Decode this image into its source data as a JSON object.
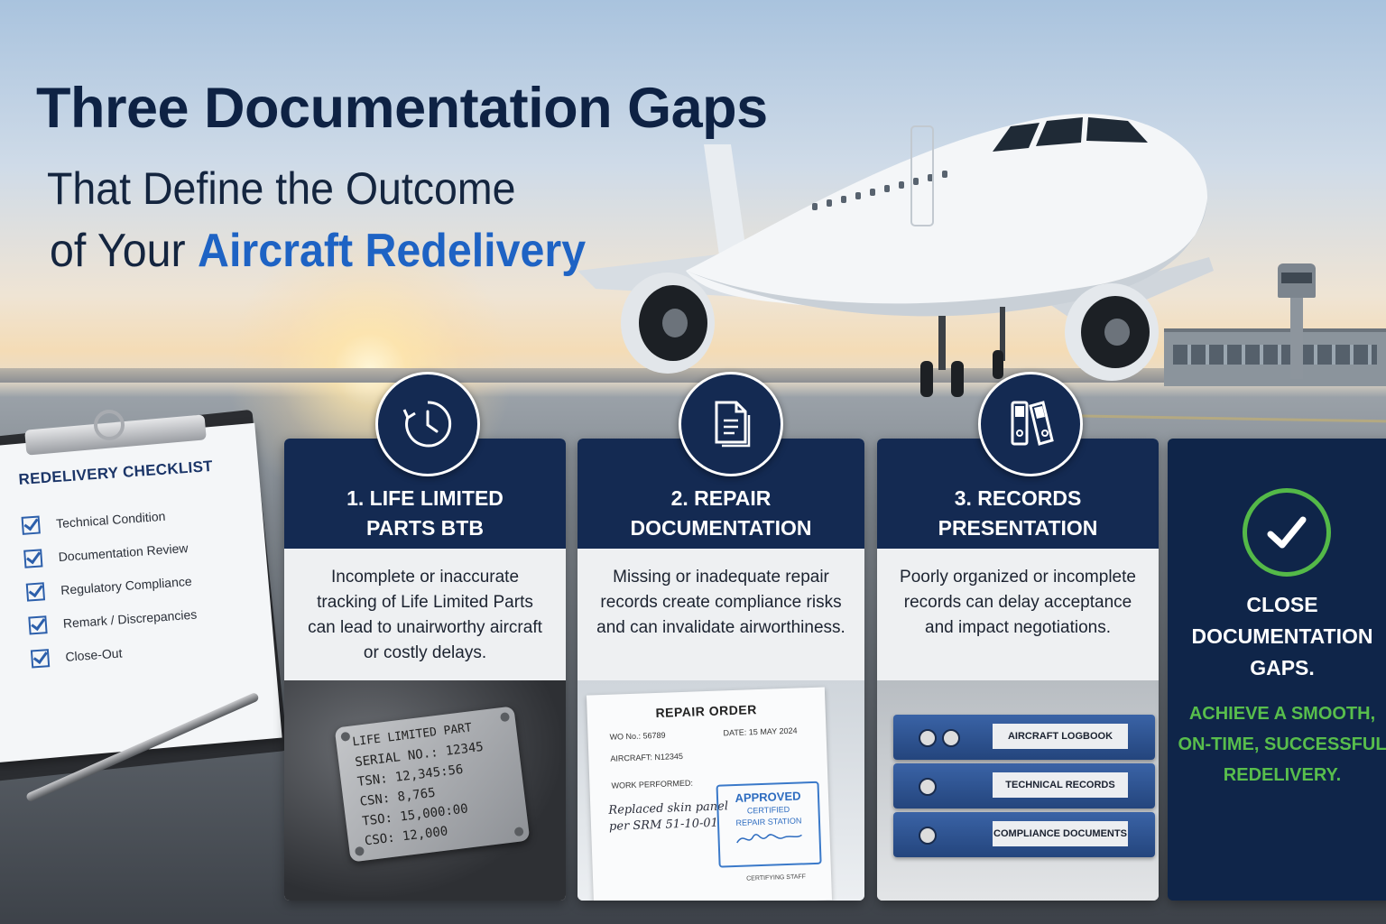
{
  "header": {
    "title": "Three Documentation Gaps",
    "subtitle_line1": "That Define the Outcome",
    "subtitle_prefix": "of Your",
    "subtitle_accent": "Aircraft Redelivery"
  },
  "checklist": {
    "title": "REDELIVERY CHECKLIST",
    "items": [
      "Technical Condition",
      "Documentation Review",
      "Regulatory Compliance",
      "Remark / Discrepancies",
      "Close-Out"
    ]
  },
  "cards": [
    {
      "icon": "clock-icon",
      "title_line1": "1. LIFE LIMITED",
      "title_line2": "PARTS BTB",
      "desc": "Incomplete or inaccurate tracking of Life Limited Parts can lead to unairworthy aircraft or costly delays.",
      "plate": {
        "heading": "LIFE LIMITED PART",
        "serial": "SERIAL NO.: 12345",
        "tsn": "TSN: 12,345:56",
        "csn": "CSN: 8,765",
        "tso": "TSO: 15,000:00",
        "cso": "CSO: 12,000"
      }
    },
    {
      "icon": "document-icon",
      "title_line1": "2. REPAIR",
      "title_line2": "DOCUMENTATION",
      "desc": "Missing or inadequate repair records create compliance risks and can invalidate airworthiness.",
      "repair_order": {
        "heading": "REPAIR ORDER",
        "wo": "WO No.: 56789",
        "date": "DATE: 15 MAY 2024",
        "aircraft": "AIRCRAFT: N12345",
        "work_label": "WORK PERFORMED:",
        "work_line1": "Replaced skin panel",
        "work_line2": "per SRM 51-10-01",
        "stamp_main": "APPROVED",
        "stamp_line1": "CERTIFIED",
        "stamp_line2": "REPAIR STATION",
        "certifying": "CERTIFYING STAFF"
      }
    },
    {
      "icon": "binders-icon",
      "title_line1": "3. RECORDS",
      "title_line2": "PRESENTATION",
      "desc": "Poorly organized or incomplete records can delay acceptance and impact negotiations.",
      "binders": [
        "AIRCRAFT LOGBOOK",
        "TECHNICAL RECORDS",
        "COMPLIANCE DOCUMENTS"
      ]
    }
  ],
  "closing": {
    "icon": "checkmark-icon",
    "line1": "CLOSE",
    "line2": "DOCUMENTATION",
    "line3": "GAPS.",
    "green_line1": "ACHIEVE A SMOOTH,",
    "green_line2": "ON-TIME, SUCCESSFUL",
    "green_line3": "REDELIVERY."
  },
  "colors": {
    "navy": "#142a52",
    "accent_blue": "#1e63c4",
    "green": "#54b948"
  }
}
